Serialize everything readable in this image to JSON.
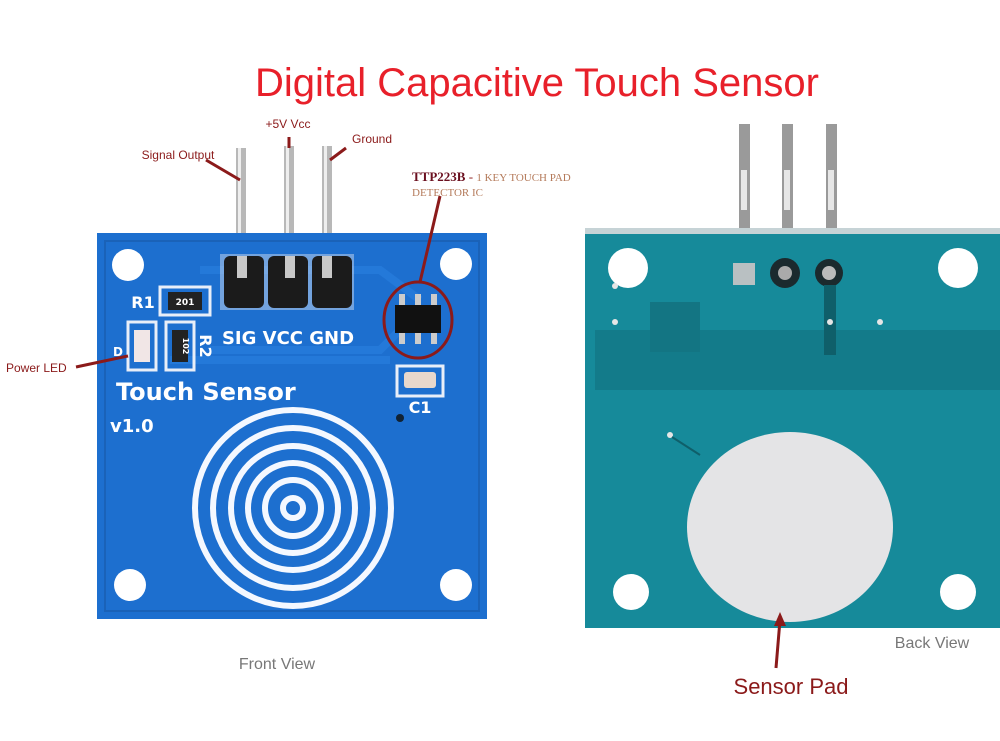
{
  "title": "Digital Capacitive Touch Sensor",
  "colors": {
    "title": "#e8202a",
    "callout": "#8b1a1a",
    "front_pcb": "#1d6fcf",
    "back_pcb": "#168a9a",
    "view_label": "#777777"
  },
  "front": {
    "view_label": "Front View",
    "callouts": {
      "signal_output": "Signal Output",
      "vcc": "+5V Vcc",
      "ground": "Ground",
      "power_led": "Power LED",
      "ic_name": "TTP223B",
      "ic_sep": " - ",
      "ic_desc_line1": "1 KEY TOUCH PAD",
      "ic_desc_line2": "DETECTOR IC"
    },
    "silkscreen": {
      "pins": "SIG VCC GND",
      "r1": "R1",
      "r2": "R2",
      "c1": "C1",
      "d": "D",
      "r1_code": "201",
      "r2_code": "102",
      "board_name": "Touch Sensor",
      "version": "v1.0"
    }
  },
  "back": {
    "view_label": "Back View",
    "callouts": {
      "sensor_pad": "Sensor Pad"
    }
  }
}
